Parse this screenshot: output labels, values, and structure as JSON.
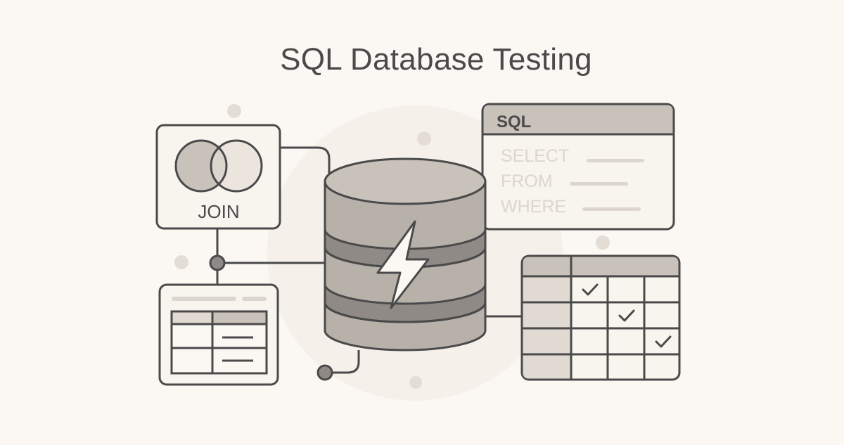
{
  "title": "SQL Database Testing",
  "colors": {
    "background": "#fbf8f3",
    "stroke": "#4a4a4b",
    "fill_mid": "#b8b1aa",
    "fill_light": "#c9c2ba",
    "fill_dark": "#8f8a86",
    "panel": "#f8f4ee",
    "faded_text": "#dcd6cf",
    "dot": "#e3ddd6"
  },
  "join_card": {
    "label": "JOIN",
    "icon": "venn-diagram-icon"
  },
  "sql_panel": {
    "header": "SQL",
    "lines": [
      "SELECT",
      "FROM",
      "WHERE"
    ]
  },
  "database": {
    "icon": "lightning-bolt-icon"
  },
  "result_grid": {
    "rows": 4,
    "cols": 3,
    "checked_cells": [
      [
        0,
        0
      ],
      [
        1,
        1
      ],
      [
        2,
        2
      ]
    ]
  },
  "mini_table": {
    "rows": 2,
    "cols": 2
  }
}
